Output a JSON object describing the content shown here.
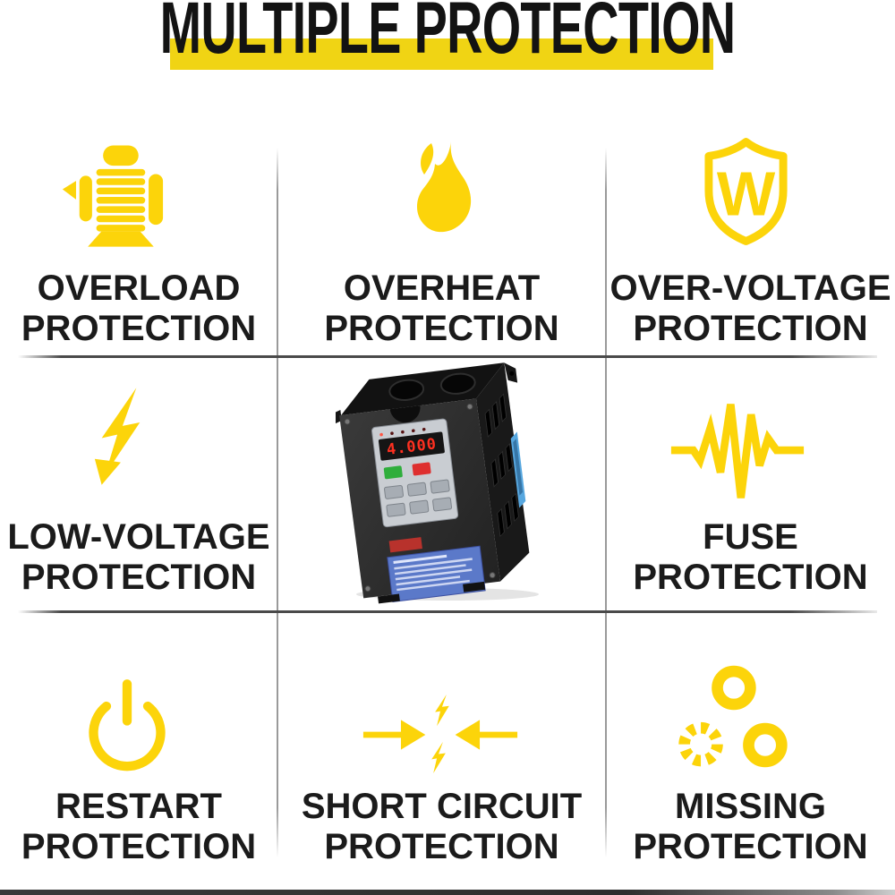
{
  "page": {
    "title": "MULTIPLE PROTECTION",
    "title_color": "#131313",
    "highlight_color": "#F0D414",
    "icon_color": "#FCD40A",
    "label_color": "#1b1b1b",
    "grid_h_color": "#4a4a4a",
    "grid_v_color": "#9a9a9a",
    "background": "#ffffff"
  },
  "features": [
    {
      "id": "overload",
      "icon": "motor-icon",
      "line1": "OVERLOAD",
      "line2": "PROTECTION"
    },
    {
      "id": "overheat",
      "icon": "flame-icon",
      "line1": "OVERHEAT",
      "line2": "PROTECTION"
    },
    {
      "id": "over-voltage",
      "icon": "shield-icon",
      "shield_letter": "W",
      "line1": "OVER-VOLTAGE",
      "line2": "PROTECTION"
    },
    {
      "id": "low-voltage",
      "icon": "lightning-icon",
      "line1": "LOW-VOLTAGE",
      "line2": "PROTECTION"
    },
    {
      "id": "fuse",
      "icon": "pulse-icon",
      "line1": "FUSE",
      "line2": "PROTECTION"
    },
    {
      "id": "restart",
      "icon": "power-icon",
      "line1": "RESTART",
      "line2": "PROTECTION"
    },
    {
      "id": "short-circuit",
      "icon": "short-circuit-icon",
      "line1": "SHORT CIRCUIT",
      "line2": "PROTECTION"
    },
    {
      "id": "missing",
      "icon": "phase-rings-icon",
      "line1": "MISSING",
      "line2": "PROTECTION"
    }
  ],
  "product": {
    "name": "variable-frequency-drive",
    "display_value": "4.000",
    "display_color": "#ff3020",
    "run_button_color": "#2fae3c",
    "stop_button_color": "#de2f2f",
    "side_label_color": "#57a7df",
    "front_label_color": "#5b79c9"
  }
}
